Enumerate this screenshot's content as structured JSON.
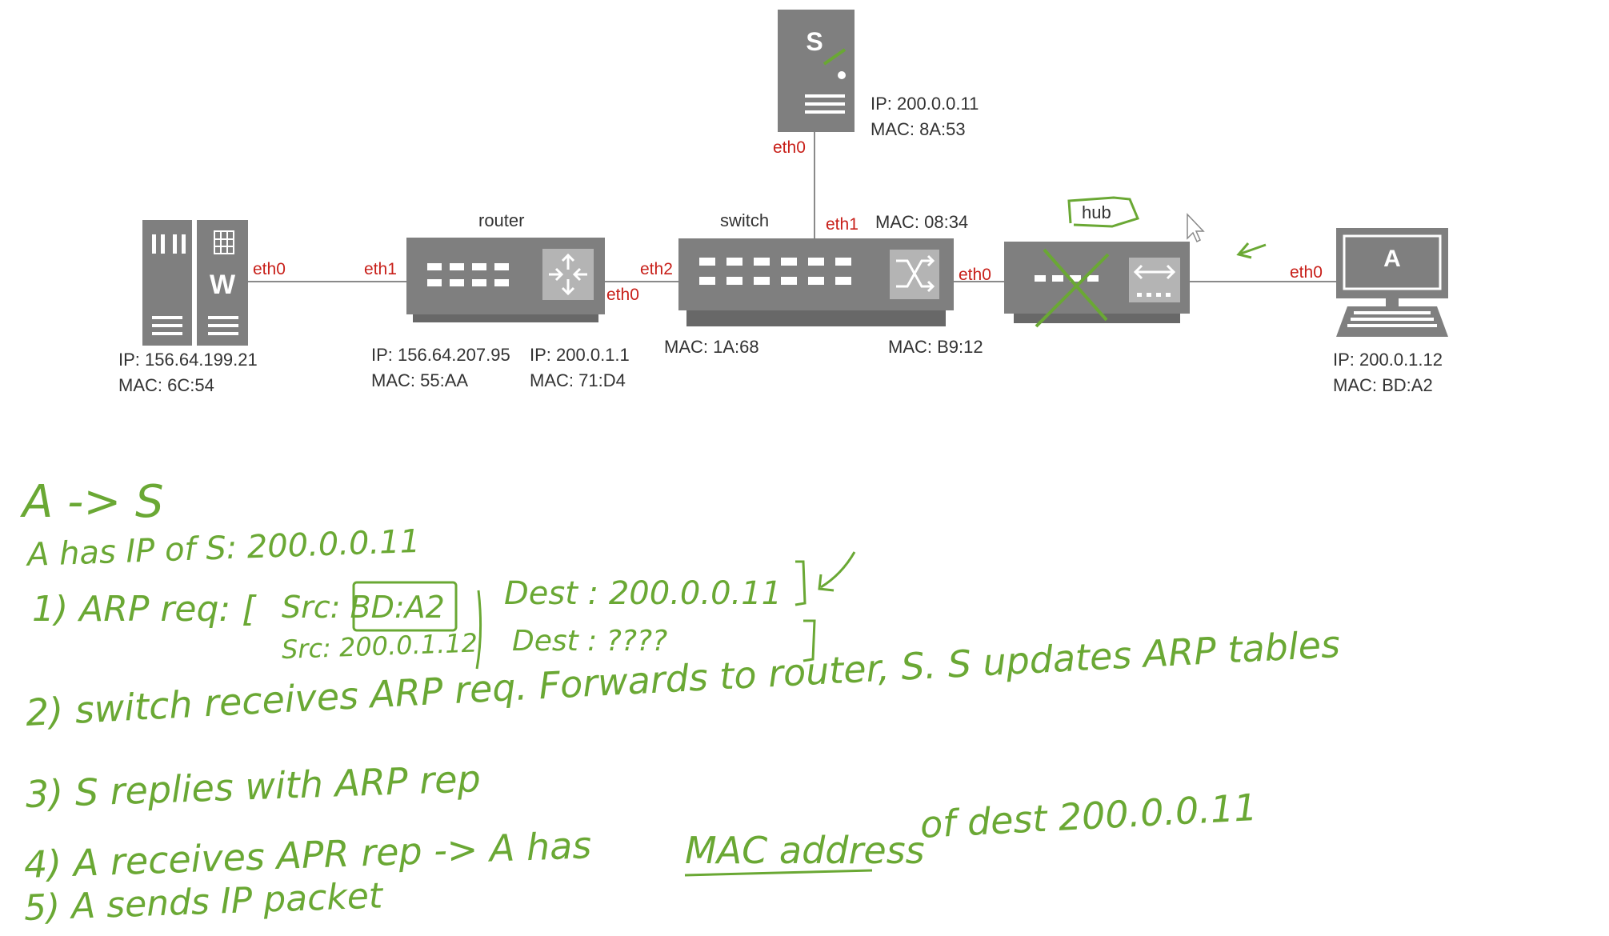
{
  "colors": {
    "device": "#7f7f7f",
    "device_dark": "#686868",
    "port_label": "#c8201a",
    "link": "#8a8a8a",
    "ink": "#6aa834",
    "text": "#333333"
  },
  "devices": {
    "server_w": {
      "letter": "W",
      "port": "eth0",
      "ip": "IP: 156.64.199.21",
      "mac": "MAC: 6C:54"
    },
    "router": {
      "name": "router",
      "port_left": "eth1",
      "port_right": "eth0",
      "left_ip": "IP: 156.64.207.95",
      "left_mac": "MAC: 55:AA",
      "right_ip": "IP: 200.0.1.1",
      "right_mac": "MAC: 71:D4"
    },
    "switch": {
      "name": "switch",
      "port_left": "eth2",
      "port_top": "eth1",
      "port_top_mac": "MAC: 08:34",
      "mac_left": "MAC: 1A:68",
      "mac_right": "MAC: B9:12"
    },
    "server_s": {
      "letter": "S",
      "port": "eth0",
      "ip": "IP: 200.0.0.11",
      "mac": "MAC: 8A:53"
    },
    "hub": {
      "name": "hub",
      "port": "eth0"
    },
    "host_a": {
      "letter": "A",
      "port": "eth0",
      "ip": "IP: 200.0.1.12",
      "mac": "MAC: BD:A2"
    }
  },
  "notes": {
    "line0": "A -> S",
    "line1": "A has IP of S: 200.0.0.11",
    "step1_prefix": "1) ARP req: [",
    "step1_src_mac": "Src: BD:A2",
    "step1_dest_ip": "Dest : 200.0.0.11",
    "step1_src_ip": "Src: 200.0.1.12",
    "step1_dest_mac": "Dest : ????",
    "step2": "2) switch receives ARP req. Forwards to router, S. S updates ARP tables",
    "step3": "3) S replies with ARP rep",
    "step4_pre": "4) A receives APR rep -> A has",
    "step4_ul": "MAC address",
    "step4_post": "of dest 200.0.0.11",
    "step5": "5) A sends IP packet"
  }
}
